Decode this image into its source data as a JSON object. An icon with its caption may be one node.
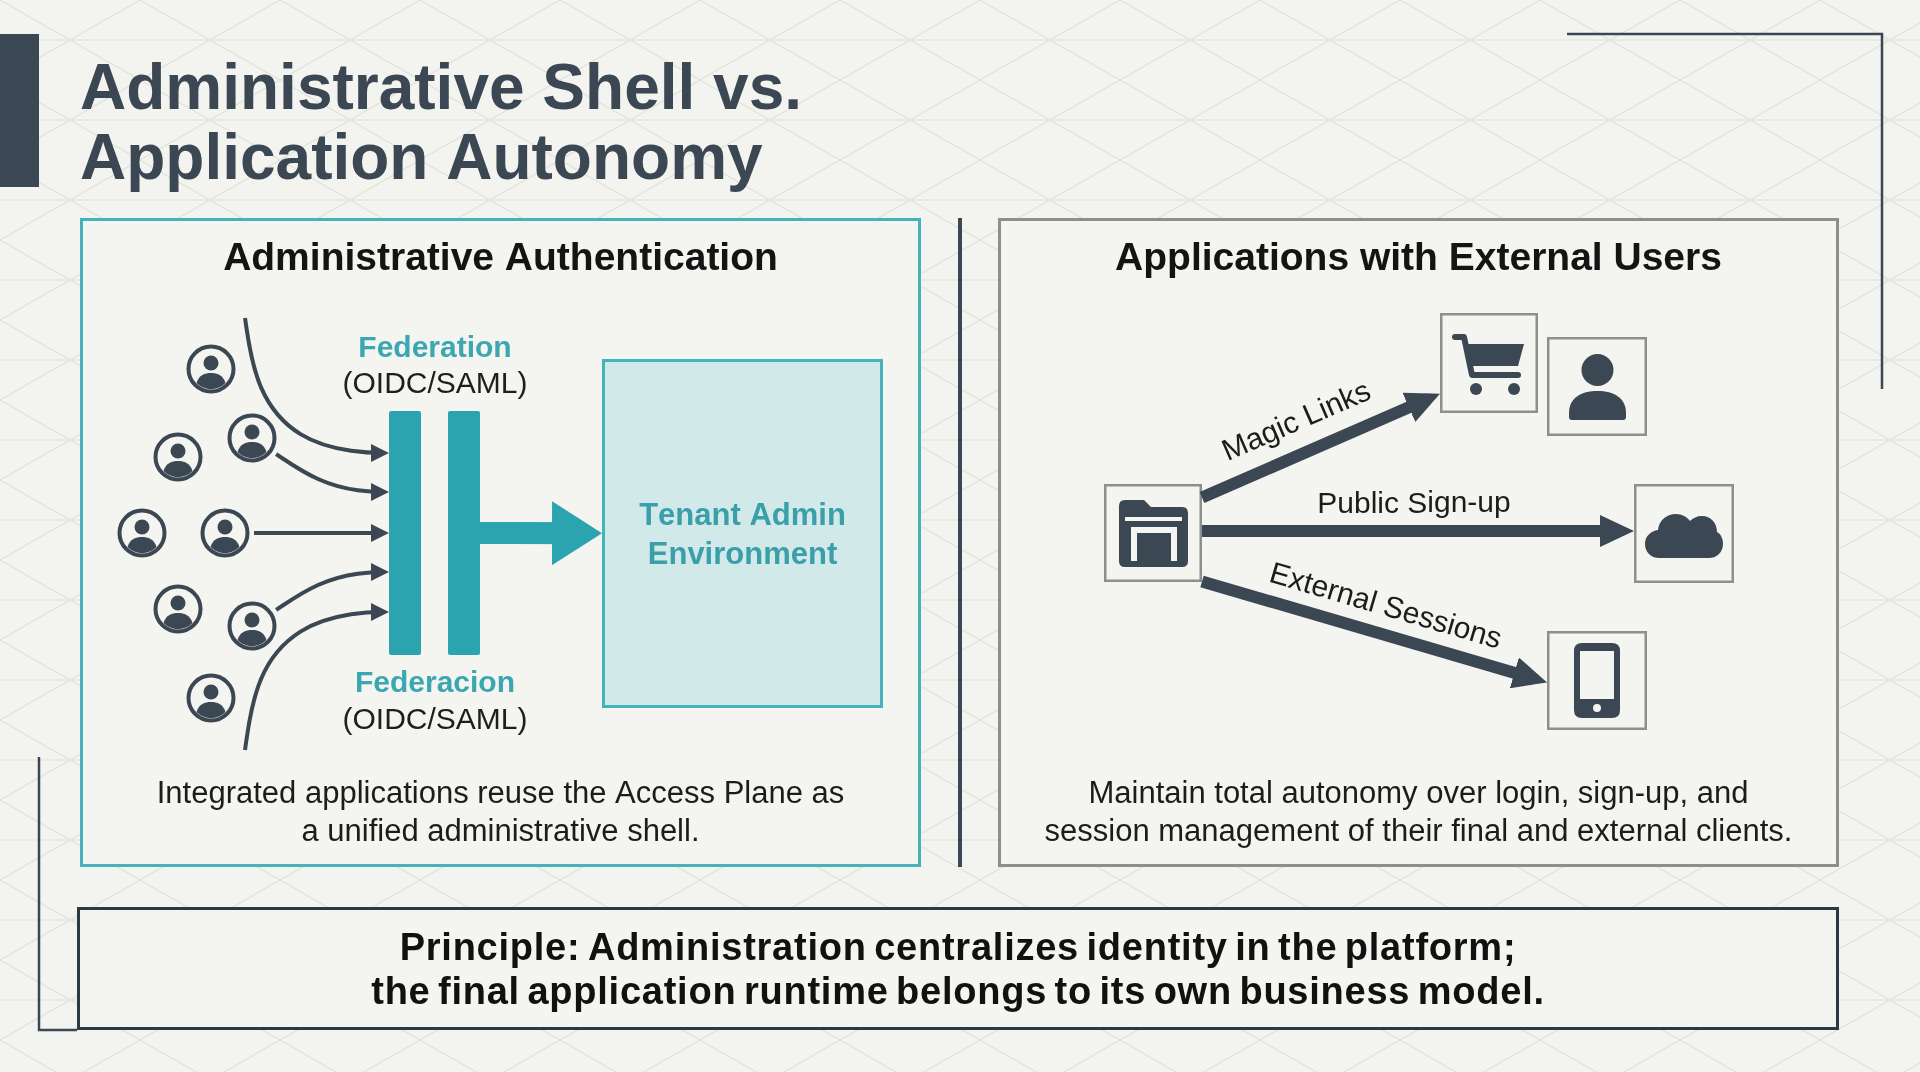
{
  "diagram": {
    "title": "Administrative Shell vs. Application Autonomy",
    "nodes": [
      {
        "text": [
          "Administrative Authentication",
          "Integrated applications reuse the Access Plane as a unified administrative shell."
        ]
      },
      {
        "text": [],
        "shape": "person",
        "in": 0
      },
      {
        "text": [],
        "shape": "person",
        "in": 0
      },
      {
        "text": [],
        "shape": "person",
        "in": 0
      },
      {
        "text": [],
        "shape": "person",
        "in": 0
      },
      {
        "text": [],
        "shape": "person",
        "in": 0
      },
      {
        "text": [],
        "shape": "person",
        "in": 0
      },
      {
        "text": [],
        "shape": "person",
        "in": 0
      },
      {
        "text": [],
        "shape": "person",
        "in": 0
      },
      {
        "text": [],
        "shape": "bar",
        "in": 0
      },
      {
        "text": [],
        "shape": "bar",
        "in": 0
      },
      {
        "text": [
          "Tenant Admin Environment"
        ],
        "in": 0
      },
      {
        "text": [
          "Applications with External Users",
          "Maintain total autonomy over login, sign-up, and session management of their final and external clients."
        ]
      },
      {
        "text": [],
        "shape": "box",
        "in": 12
      },
      {
        "text": [],
        "shape": "box",
        "in": 12
      },
      {
        "text": [],
        "shape": "box",
        "in": 12
      },
      {
        "text": [],
        "shape": "box",
        "in": 12
      },
      {
        "text": [],
        "shape": "box",
        "in": 12
      },
      {
        "text": [
          "Principle: Administration centralizes identity in the platform; the final application runtime belongs to its own business model."
        ]
      }
    ],
    "edges": [
      {
        "from": null,
        "to": 9,
        "arrow": "to"
      },
      {
        "from": 3,
        "to": 9,
        "arrow": "to"
      },
      {
        "from": 5,
        "to": 9,
        "arrow": "to"
      },
      {
        "from": 7,
        "to": 9,
        "arrow": "to"
      },
      {
        "from": null,
        "to": 9,
        "arrow": "to"
      },
      {
        "from": 10,
        "to": 11,
        "arrow": "to",
        "style": "thick",
        "color": "#2ba4af"
      },
      {
        "from": 15,
        "to": 13,
        "arrow": "to",
        "label": "Magic Links",
        "style": "thick"
      },
      {
        "from": 15,
        "to": 16,
        "arrow": "to",
        "label": "Public Sign-up",
        "style": "thick"
      },
      {
        "from": 15,
        "to": 17,
        "arrow": "to",
        "label": "External Sessions",
        "style": "thick"
      }
    ],
    "labels": [
      "Federation",
      "(OIDC/SAML)",
      "Federacion",
      "(OIDC/SAML)"
    ]
  }
}
